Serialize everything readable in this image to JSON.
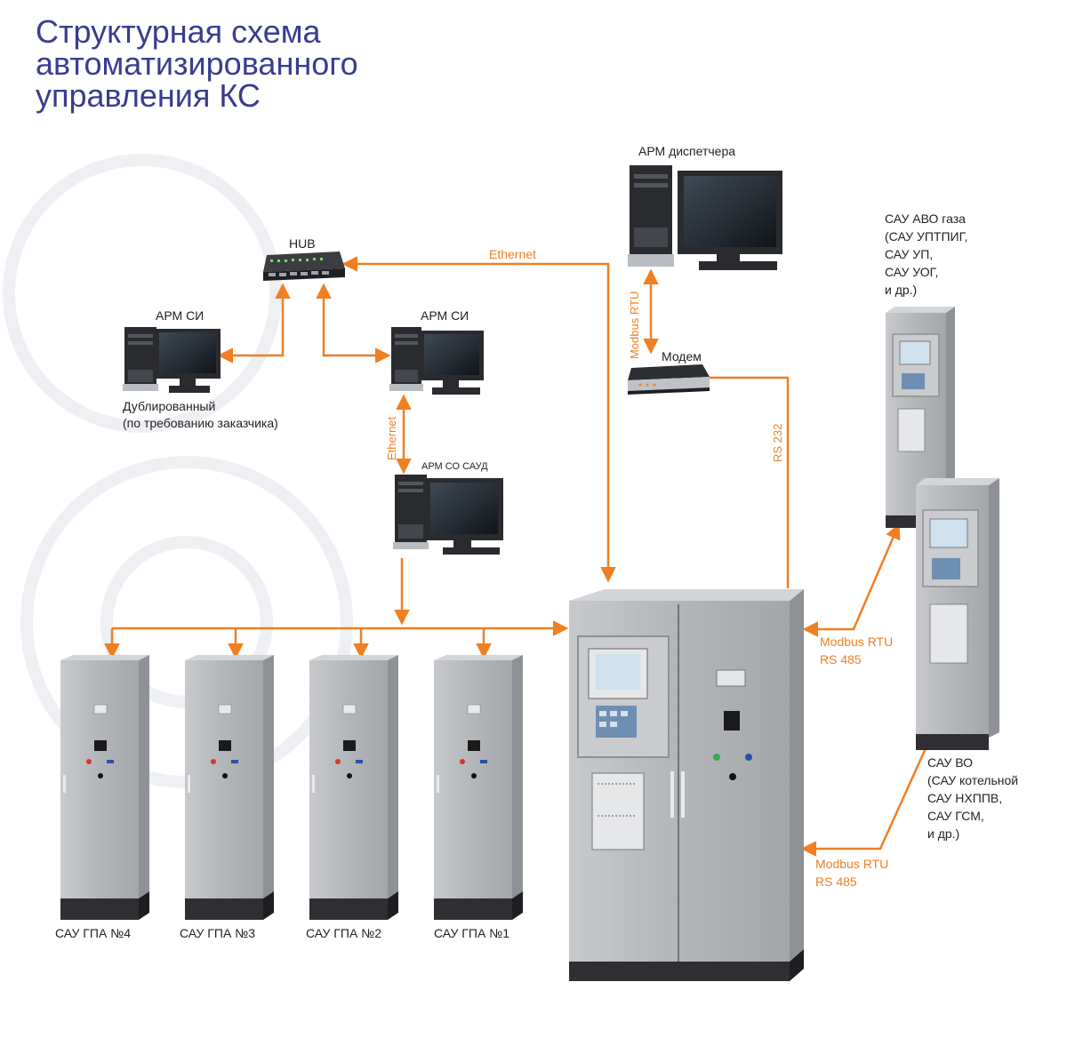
{
  "title": {
    "line1": "Структурная схема",
    "line2": "автоматизированного",
    "line3": "управления КС"
  },
  "nodes": {
    "hub": "HUB",
    "arm_si_left": "АРМ СИ",
    "arm_si_left_note1": "Дублированный",
    "arm_si_left_note2": "(по требованию заказчика)",
    "arm_si_right": "АРМ СИ",
    "arm_so_saud": "АРМ СО САУД",
    "arm_dispatcher": "АРМ диспетчера",
    "modem": "Модем",
    "sau_avo": [
      "САУ АВО газа",
      "(САУ УПТПИГ,",
      "САУ УП,",
      "САУ УОГ,",
      "и др.)"
    ],
    "sau_vo": [
      "САУ ВО",
      "(САУ котельной",
      "САУ НХППВ,",
      "САУ ГСМ,",
      "и др.)"
    ],
    "gpa": [
      "САУ ГПА №4",
      "САУ ГПА №3",
      "САУ ГПА №2",
      "САУ ГПА №1"
    ]
  },
  "links": {
    "ethernet_top": "Ethernet",
    "ethernet_vertical": "Ethernet",
    "modbus_rtu_vertical": "Modbus RTU",
    "rs232": "RS 232",
    "modbus_upper": [
      "Modbus RTU",
      "RS 485"
    ],
    "modbus_lower": [
      "Modbus RTU",
      "RS 485"
    ]
  },
  "colors": {
    "title": "#3a3c8f",
    "link": "#f07f22",
    "cabinet": "#b7babd",
    "cabinet_dark": "#8e9195",
    "base": "#2f2f33"
  }
}
